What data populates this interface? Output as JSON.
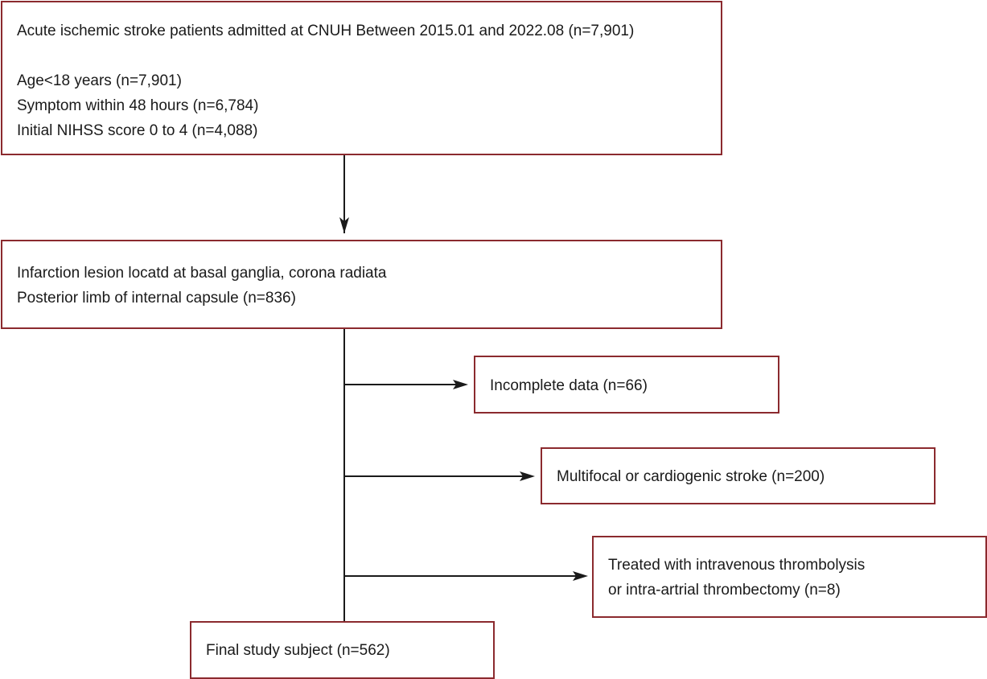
{
  "flowchart": {
    "box1": {
      "lines": [
        "Acute ischemic stroke patients admitted at CNUH Between 2015.01 and 2022.08 (n=7,901)",
        "Age<18 years (n=7,901)",
        "Symptom within 48 hours (n=6,784)",
        "Initial NIHSS score 0 to 4 (n=4,088)"
      ]
    },
    "box2": {
      "lines": [
        "Infarction lesion locatd at basal ganglia, corona radiata",
        "Posterior limb of internal capsule (n=836)"
      ]
    },
    "exclusion1": {
      "lines": [
        "Incomplete data (n=66)"
      ]
    },
    "exclusion2": {
      "lines": [
        "Multifocal or cardiogenic stroke (n=200)"
      ]
    },
    "exclusion3": {
      "lines": [
        "Treated with intravenous thrombolysis",
        "or intra-artrial thrombectomy (n=8)"
      ]
    },
    "final": {
      "lines": [
        "Final study subject (n=562)"
      ]
    }
  },
  "colors": {
    "box_border": "#8b2a2e",
    "arrow": "#1a1a1a",
    "text": "#1a1a1a"
  }
}
